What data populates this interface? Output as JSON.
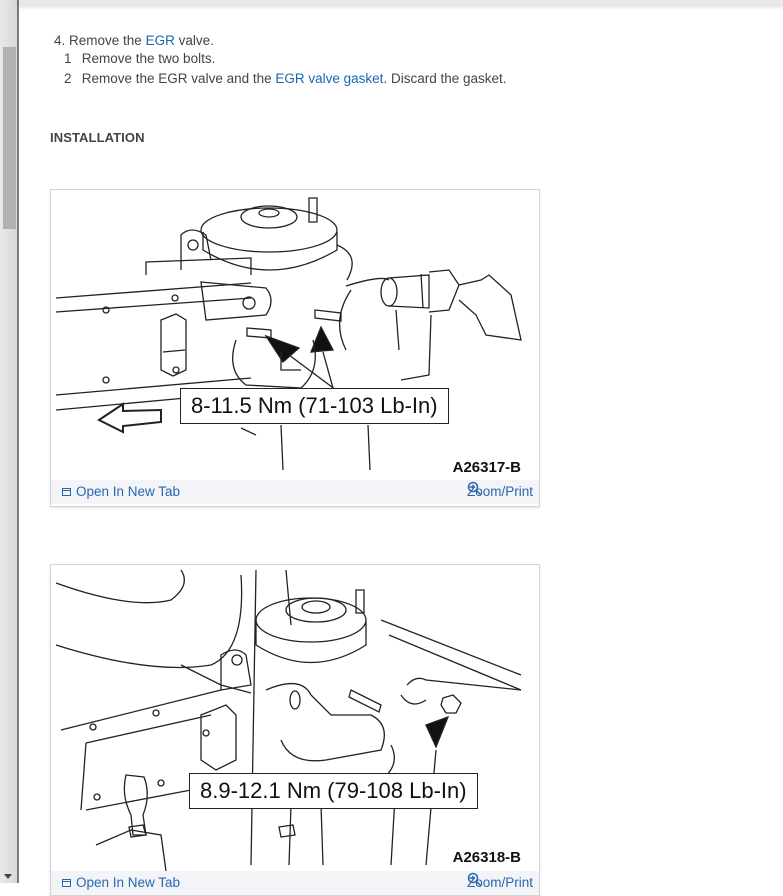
{
  "step": {
    "number": "4.",
    "prefix": "Remove the",
    "link": "EGR",
    "suffix": "valve.",
    "substeps": [
      {
        "num": "1",
        "text": "Remove the two bolts."
      },
      {
        "num": "2",
        "prefix": "Remove the EGR valve and the",
        "link": "EGR valve gasket",
        "suffix": ". Discard the gasket."
      }
    ]
  },
  "section_title": "INSTALLATION",
  "figures": [
    {
      "torque_label": "8-11.5 Nm (71-103 Lb-In)",
      "code": "A26317-B",
      "open_label": "Open In New Tab",
      "zoom_label": "Zoom/Print"
    },
    {
      "torque_label": "8.9-12.1 Nm (79-108 Lb-In)",
      "code": "A26318-B",
      "open_label": "Open In New Tab",
      "zoom_label": "Zoom/Print"
    }
  ],
  "colors": {
    "link": "#1a66b3",
    "footer_bg": "#f2f4f8"
  }
}
